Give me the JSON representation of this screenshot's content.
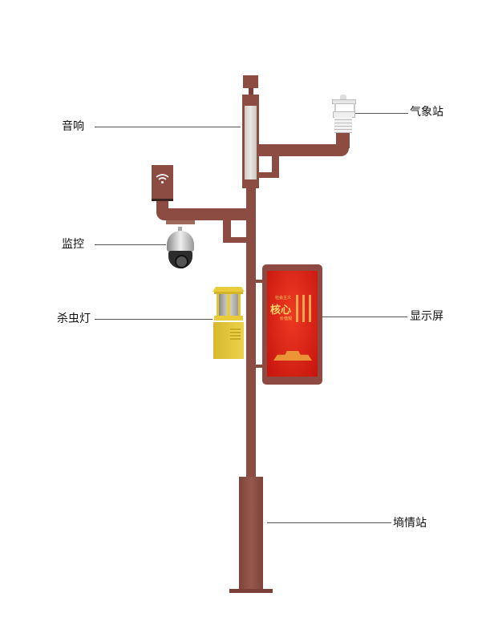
{
  "labels": {
    "speaker": "音响",
    "weather_station": "气象站",
    "camera": "监控",
    "insect_lamp": "杀虫灯",
    "display": "显示屏",
    "soil_station": "墒情站"
  },
  "display_screen": {
    "line1": "社会主义",
    "line2": "核心",
    "line3": "价值观"
  },
  "colors": {
    "pole": "#8c4c42",
    "screen": "#d81e14",
    "lamp": "#e8cc3a"
  }
}
